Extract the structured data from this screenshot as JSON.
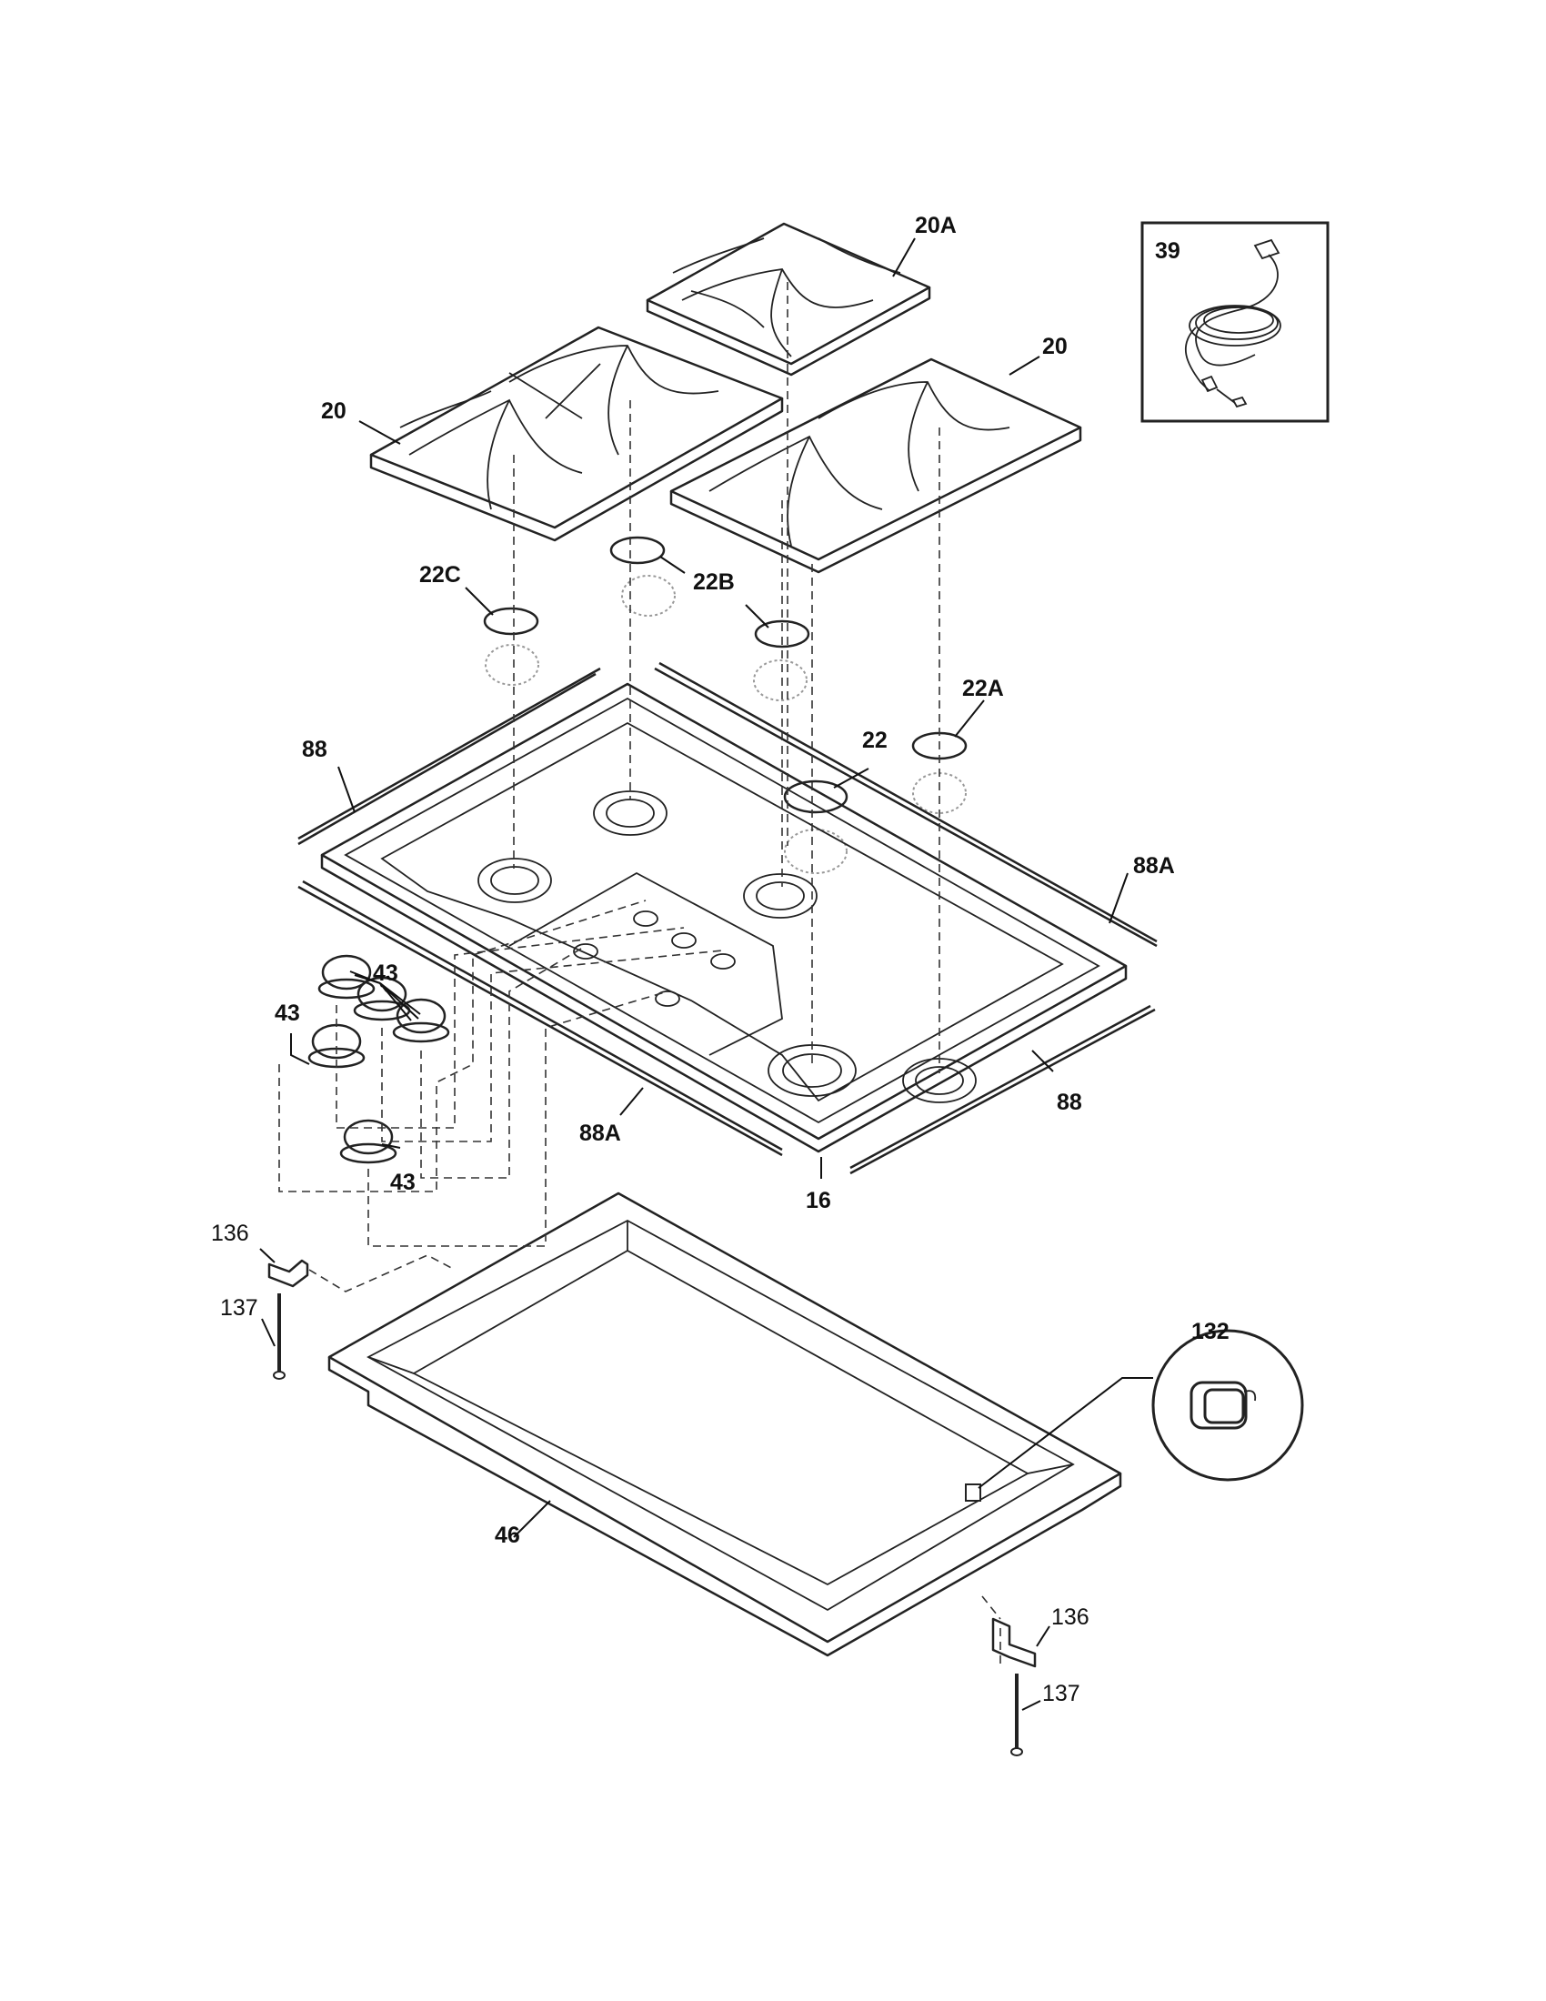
{
  "callouts": [
    {
      "id": "grate-20a",
      "text": "20A",
      "bold": true
    },
    {
      "id": "grate-20-right",
      "text": "20",
      "bold": true
    },
    {
      "id": "grate-20-left",
      "text": "20",
      "bold": true
    },
    {
      "id": "cord-39",
      "text": "39",
      "bold": true
    },
    {
      "id": "cap-22c",
      "text": "22C",
      "bold": true
    },
    {
      "id": "cap-22b",
      "text": "22B",
      "bold": true
    },
    {
      "id": "cap-22a",
      "text": "22A",
      "bold": true
    },
    {
      "id": "cap-22",
      "text": "22",
      "bold": true
    },
    {
      "id": "trim-88-top",
      "text": "88",
      "bold": true
    },
    {
      "id": "trim-88a-right",
      "text": "88A",
      "bold": true
    },
    {
      "id": "knob-43-center",
      "text": "43",
      "bold": true
    },
    {
      "id": "knob-43-left",
      "text": "43",
      "bold": true
    },
    {
      "id": "knob-43-bottom",
      "text": "43",
      "bold": true
    },
    {
      "id": "trim-88a-bottom",
      "text": "88A",
      "bold": true
    },
    {
      "id": "trim-88-bottom",
      "text": "88",
      "bold": true
    },
    {
      "id": "cooktop-16",
      "text": "16",
      "bold": true
    },
    {
      "id": "bracket-136-left",
      "text": "136",
      "bold": false
    },
    {
      "id": "screw-137-left",
      "text": "137",
      "bold": false
    },
    {
      "id": "plug-132",
      "text": "132",
      "bold": true
    },
    {
      "id": "box-46",
      "text": "46",
      "bold": true
    },
    {
      "id": "bracket-136-right",
      "text": "136",
      "bold": false
    },
    {
      "id": "screw-137-right",
      "text": "137",
      "bold": false
    }
  ]
}
